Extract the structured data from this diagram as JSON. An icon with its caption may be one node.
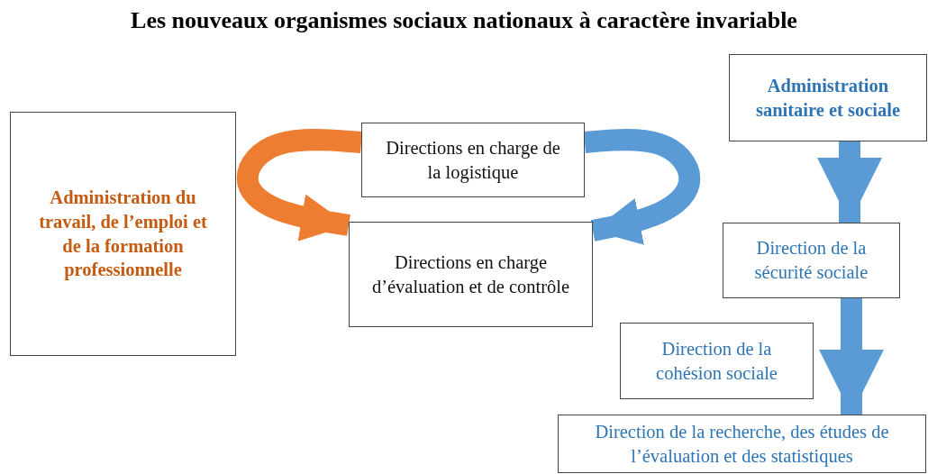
{
  "diagram": {
    "title": "Les nouveaux organismes sociaux nationaux à caractère invariable",
    "nodes": [
      {
        "text": [
          "Administration du travail, de l’emploi et de la formation professionnelle"
        ]
      },
      {
        "text": [
          "Directions en charge de la logistique"
        ]
      },
      {
        "text": [
          "Directions en charge d’évaluation et de contrôle"
        ]
      },
      {
        "text": [
          "Administration sanitaire et sociale"
        ]
      },
      {
        "text": [
          "Direction de la sécurité sociale"
        ]
      },
      {
        "text": [
          "Direction de la cohésion sociale"
        ]
      },
      {
        "text": [
          "Direction de la recherche, des études de l’évaluation et des statistiques"
        ]
      }
    ],
    "edges": [
      {
        "from": 1,
        "to": 2,
        "arrow": "to",
        "color": "#ed7d31"
      },
      {
        "from": 1,
        "to": 2,
        "arrow": "to"
      },
      {
        "from": 3,
        "to": 4,
        "arrow": "to"
      },
      {
        "from": 4,
        "to": 6,
        "arrow": "to"
      }
    ]
  }
}
